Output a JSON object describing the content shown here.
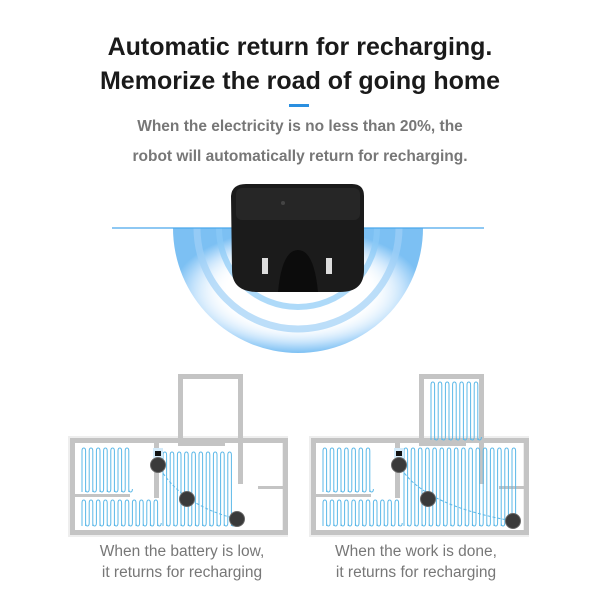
{
  "heading": {
    "line1": "Automatic return for recharging.",
    "line2": "Memorize the road of going home"
  },
  "subtitle": {
    "line1": "When the electricity is no less than 20%, the",
    "line2": "robot will automatically return for recharging."
  },
  "captions": [
    {
      "line1": "When the battery is low,",
      "line2": "it returns for recharging"
    },
    {
      "line1": "When the work is done,",
      "line2": "it returns for recharging"
    }
  ],
  "colors": {
    "accent": "#2a8fe0",
    "path": "#5bb8e8",
    "wall": "#c4c4c4"
  }
}
